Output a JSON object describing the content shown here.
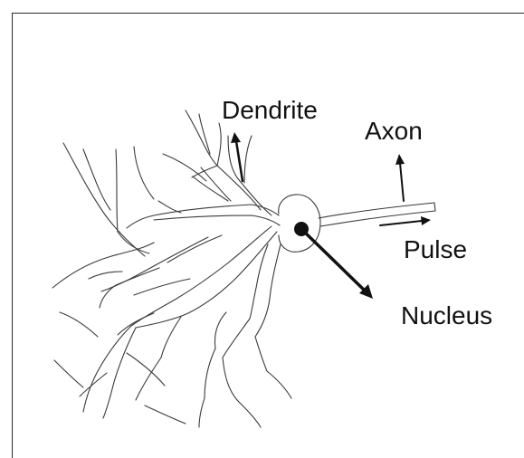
{
  "diagram": {
    "labels": {
      "dendrite": "Dendrite",
      "axon": "Axon",
      "pulse": "Pulse",
      "nucleus": "Nucleus"
    },
    "colors": {
      "line": "#3a3a3a",
      "arrow": "#111111",
      "frame": "#2a2a2a",
      "background": "#ffffff"
    }
  }
}
